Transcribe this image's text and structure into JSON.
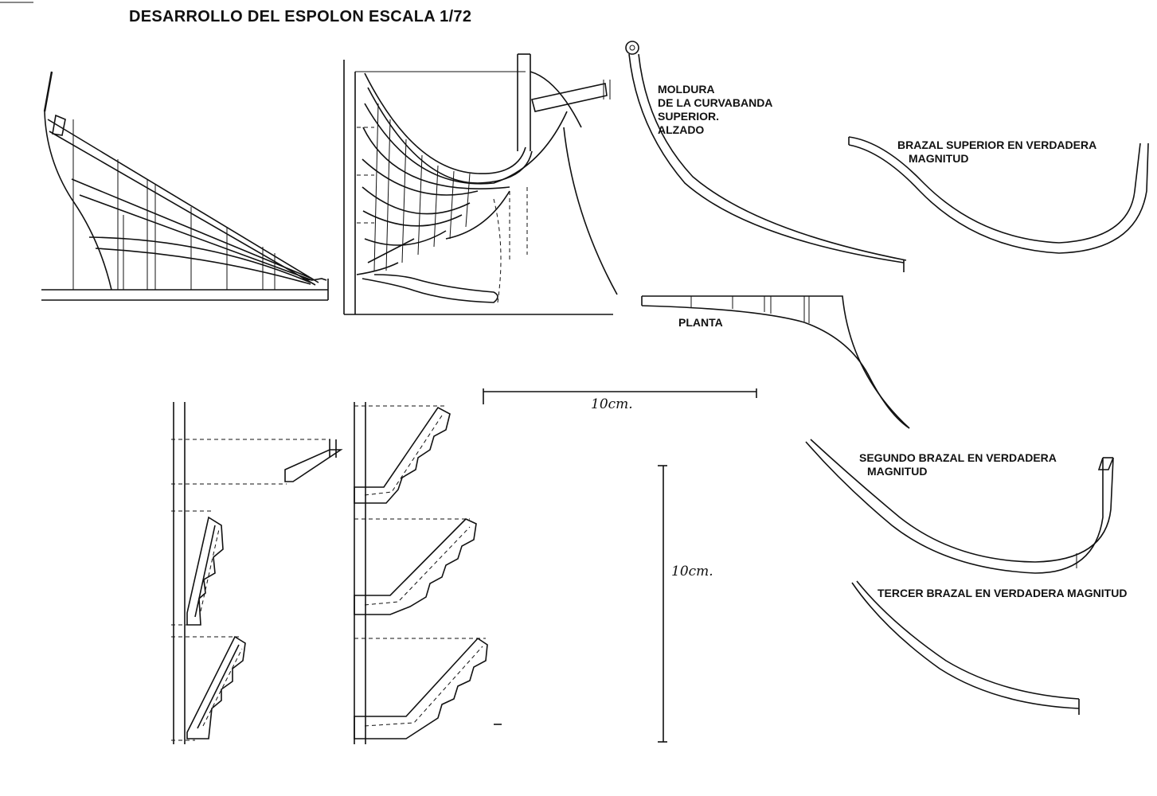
{
  "title": "DESARROLLO DEL ESPOLON ESCALA 1/72",
  "labels": {
    "moldura": [
      "MOLDURA",
      "DE LA CURVABANDA",
      "SUPERIOR.",
      "ALZADO"
    ],
    "brazal_superior": [
      "BRAZAL SUPERIOR EN VERDADERA",
      "MAGNITUD"
    ],
    "planta": "PLANTA",
    "segundo_brazal": [
      "SEGUNDO BRAZAL EN VERDADERA",
      "MAGNITUD"
    ],
    "tercer_brazal": "TERCER BRAZAL EN VERDADERA MAGNITUD"
  },
  "scale_bars": {
    "horizontal": "10cm.",
    "vertical": "10cm."
  }
}
